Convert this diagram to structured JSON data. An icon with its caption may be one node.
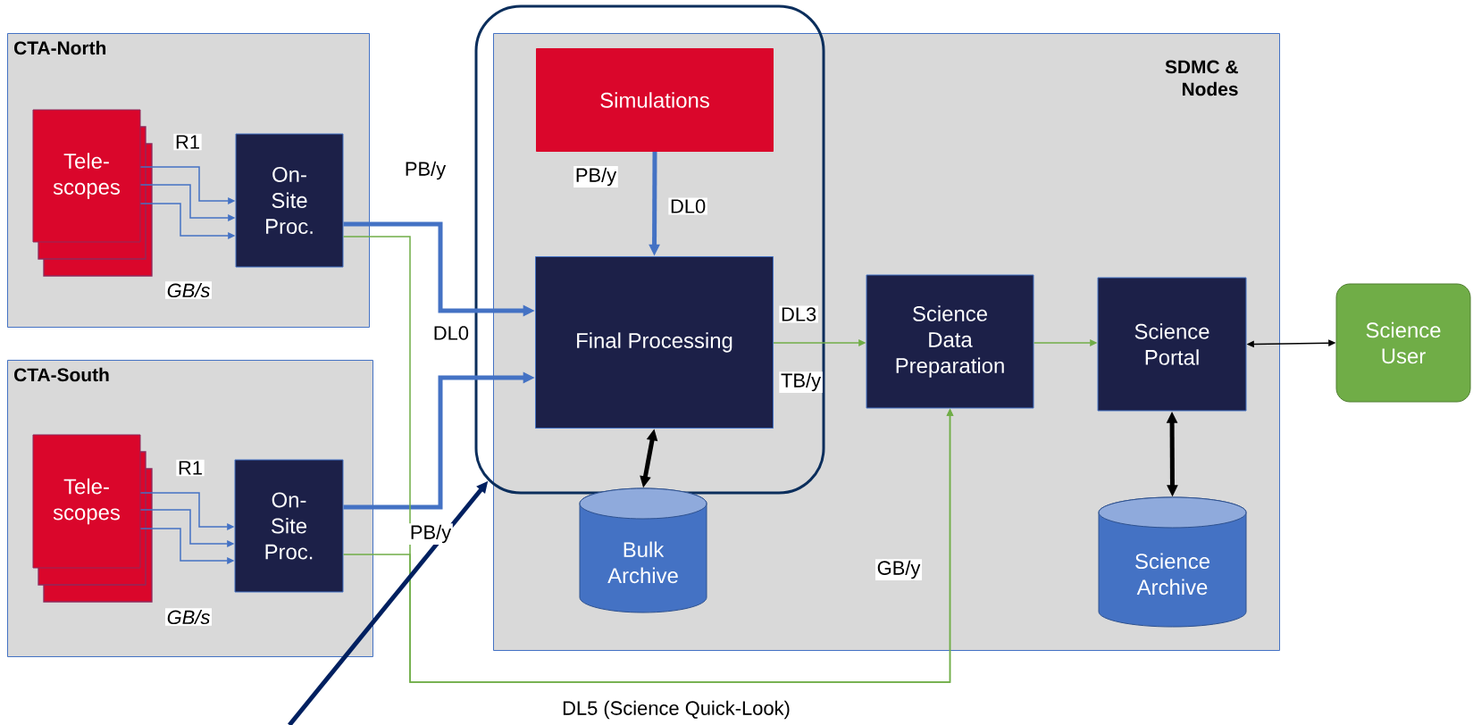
{
  "diagram": {
    "nodes": [
      {
        "text": [
          "CTA-North"
        ]
      },
      {
        "text": [
          "Tele- scopes"
        ],
        "in": 0
      },
      {
        "text": [
          "On- Site Proc."
        ],
        "in": 0
      },
      {
        "text": [
          "CTA-South"
        ]
      },
      {
        "text": [
          "Tele- scopes"
        ],
        "in": 3
      },
      {
        "text": [
          "On- Site Proc."
        ],
        "in": 3
      },
      {
        "text": [
          "SDMC & Nodes"
        ]
      },
      {
        "text": [],
        "shape": "box"
      },
      {
        "text": [
          "Simulations"
        ],
        "in": 7
      },
      {
        "text": [
          "Final Processing"
        ],
        "in": 7
      },
      {
        "text": [
          "Bulk Archive"
        ],
        "in": 6
      },
      {
        "text": [
          "Science Data Preparation"
        ],
        "in": 6
      },
      {
        "text": [
          "Science Portal"
        ],
        "in": 6
      },
      {
        "text": [
          "Science Archive"
        ],
        "in": 6
      },
      {
        "text": [
          "Science User"
        ]
      }
    ],
    "edges": [
      {
        "from": 1,
        "to": 2,
        "arrow": "to"
      },
      {
        "from": 1,
        "to": 2,
        "arrow": "to"
      },
      {
        "from": 1,
        "to": 2,
        "arrow": "to"
      },
      {
        "from": 4,
        "to": 5,
        "arrow": "to"
      },
      {
        "from": 4,
        "to": 5,
        "arrow": "to"
      },
      {
        "from": 4,
        "to": 5,
        "arrow": "to"
      },
      {
        "from": 2,
        "to": 9,
        "arrow": "to",
        "style": "thick"
      },
      {
        "from": 5,
        "to": 9,
        "arrow": "to",
        "style": "thick"
      },
      {
        "from": 8,
        "to": 9,
        "arrow": "to",
        "style": "thick"
      },
      {
        "from": 2,
        "to": 11,
        "arrow": "to",
        "color": "#70ad47"
      },
      {
        "from": 5,
        "to": 11,
        "arrow": "to",
        "color": "#70ad47"
      },
      {
        "from": 9,
        "to": 11,
        "arrow": "to",
        "color": "#70ad47"
      },
      {
        "from": 11,
        "to": 12,
        "arrow": "to",
        "color": "#70ad47"
      },
      {
        "from": 9,
        "to": 10,
        "arrow": "both",
        "style": "thick",
        "color": "#000000"
      },
      {
        "from": 12,
        "to": 13,
        "arrow": "both",
        "style": "thick",
        "color": "#000000"
      },
      {
        "from": 12,
        "to": 14,
        "arrow": "both",
        "color": "#000000"
      },
      {
        "from": null,
        "to": 7,
        "arrow": "to",
        "style": "thick",
        "color": "#002060"
      }
    ],
    "labels": [
      "R1",
      "PB/y",
      "PB/y",
      "DL0",
      "GB/s",
      "DL3",
      "DL0",
      "TB/y",
      "R1",
      "PB/y",
      "GB/y",
      "GB/s",
      "DL5 (Science Quick-Look)"
    ]
  }
}
